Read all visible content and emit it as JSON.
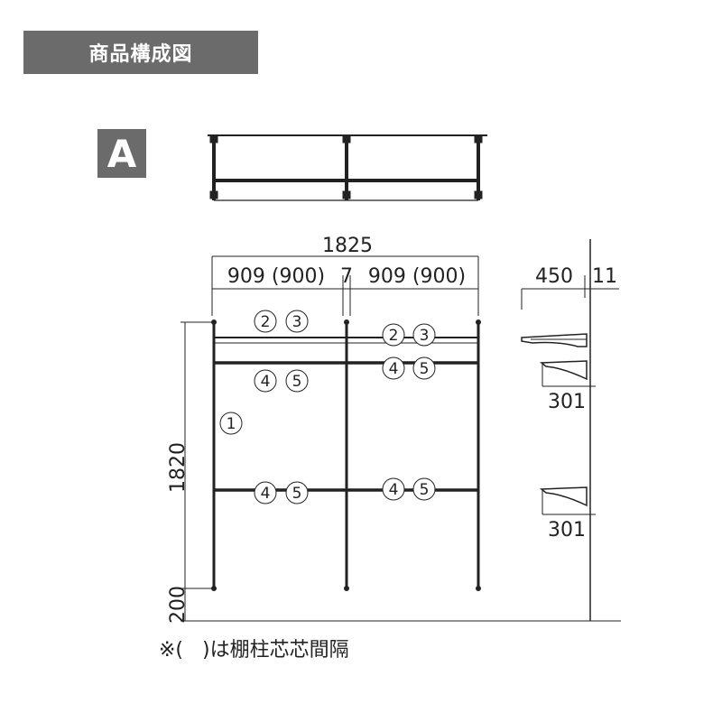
{
  "header": {
    "title": "商品構成図"
  },
  "variant": {
    "label": "A"
  },
  "dimensions": {
    "total_width": "1825",
    "left_span": "909 (900)",
    "gap": "7",
    "right_span": "909 (900)",
    "depth": "450",
    "depth_offset": "11",
    "height": "1820",
    "base": "200",
    "bracket_upper": "301",
    "bracket_lower": "301"
  },
  "parts": {
    "p1": "1",
    "p2": "2",
    "p3": "3",
    "p4": "4",
    "p5": "5"
  },
  "footnote": {
    "text": "※(   )は棚柱芯芯間隔"
  }
}
